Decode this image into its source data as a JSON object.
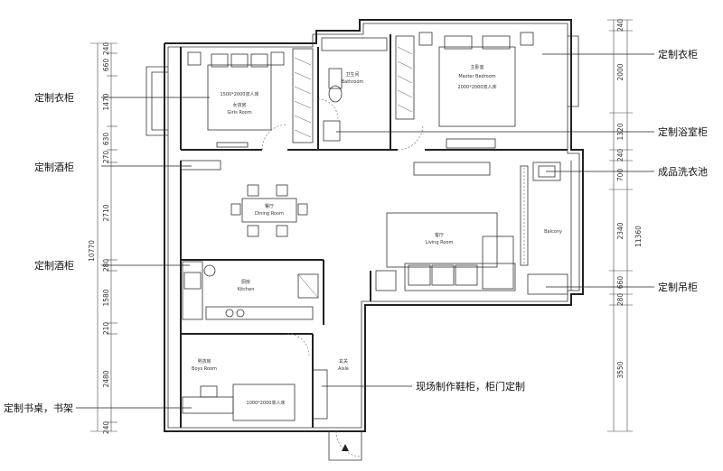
{
  "annotations": {
    "wardrobe_left": "定制衣柜",
    "wine_cabinet_1": "定制酒柜",
    "wine_cabinet_2": "定制酒柜",
    "desk_shelf": "定制书桌，书架",
    "wardrobe_right": "定制衣柜",
    "bathroom_cabinet": "定制浴室柜",
    "laundry_sink": "成品洗衣池",
    "hanging_cabinet": "定制吊柜",
    "shoe_cabinet": "现场制作鞋柜，柜门定制"
  },
  "rooms": {
    "girls_room": "女孩房",
    "girls_room_en": "Girls Room",
    "girls_bed": "1500*2000双人床",
    "bathroom": "卫生间",
    "bathroom_en": "Bathroom",
    "master": "主卧室",
    "master_en": "Master Bedroom",
    "master_bed": "2000*2000双人床",
    "dining": "餐厅",
    "dining_en": "Dining Room",
    "living": "客厅",
    "living_en": "Living Room",
    "balcony": "Balcony",
    "kitchen": "厨房",
    "kitchen_en": "Kitchen",
    "boys_room": "男孩房",
    "boys_room_en": "Boys Room",
    "boys_bed": "1000*2000单人床",
    "entry": "玄关",
    "entry_en": "Aisle"
  },
  "dimensions_left": {
    "total": "10770",
    "segments": [
      "240",
      "660",
      "1470",
      "630",
      "270",
      "2710",
      "280",
      "1580",
      "210",
      "2480",
      "240"
    ]
  },
  "dimensions_right": {
    "total": "11360",
    "segments": [
      "240",
      "2000",
      "1320",
      "240",
      "700",
      "2340",
      "660",
      "280",
      "3550"
    ]
  }
}
